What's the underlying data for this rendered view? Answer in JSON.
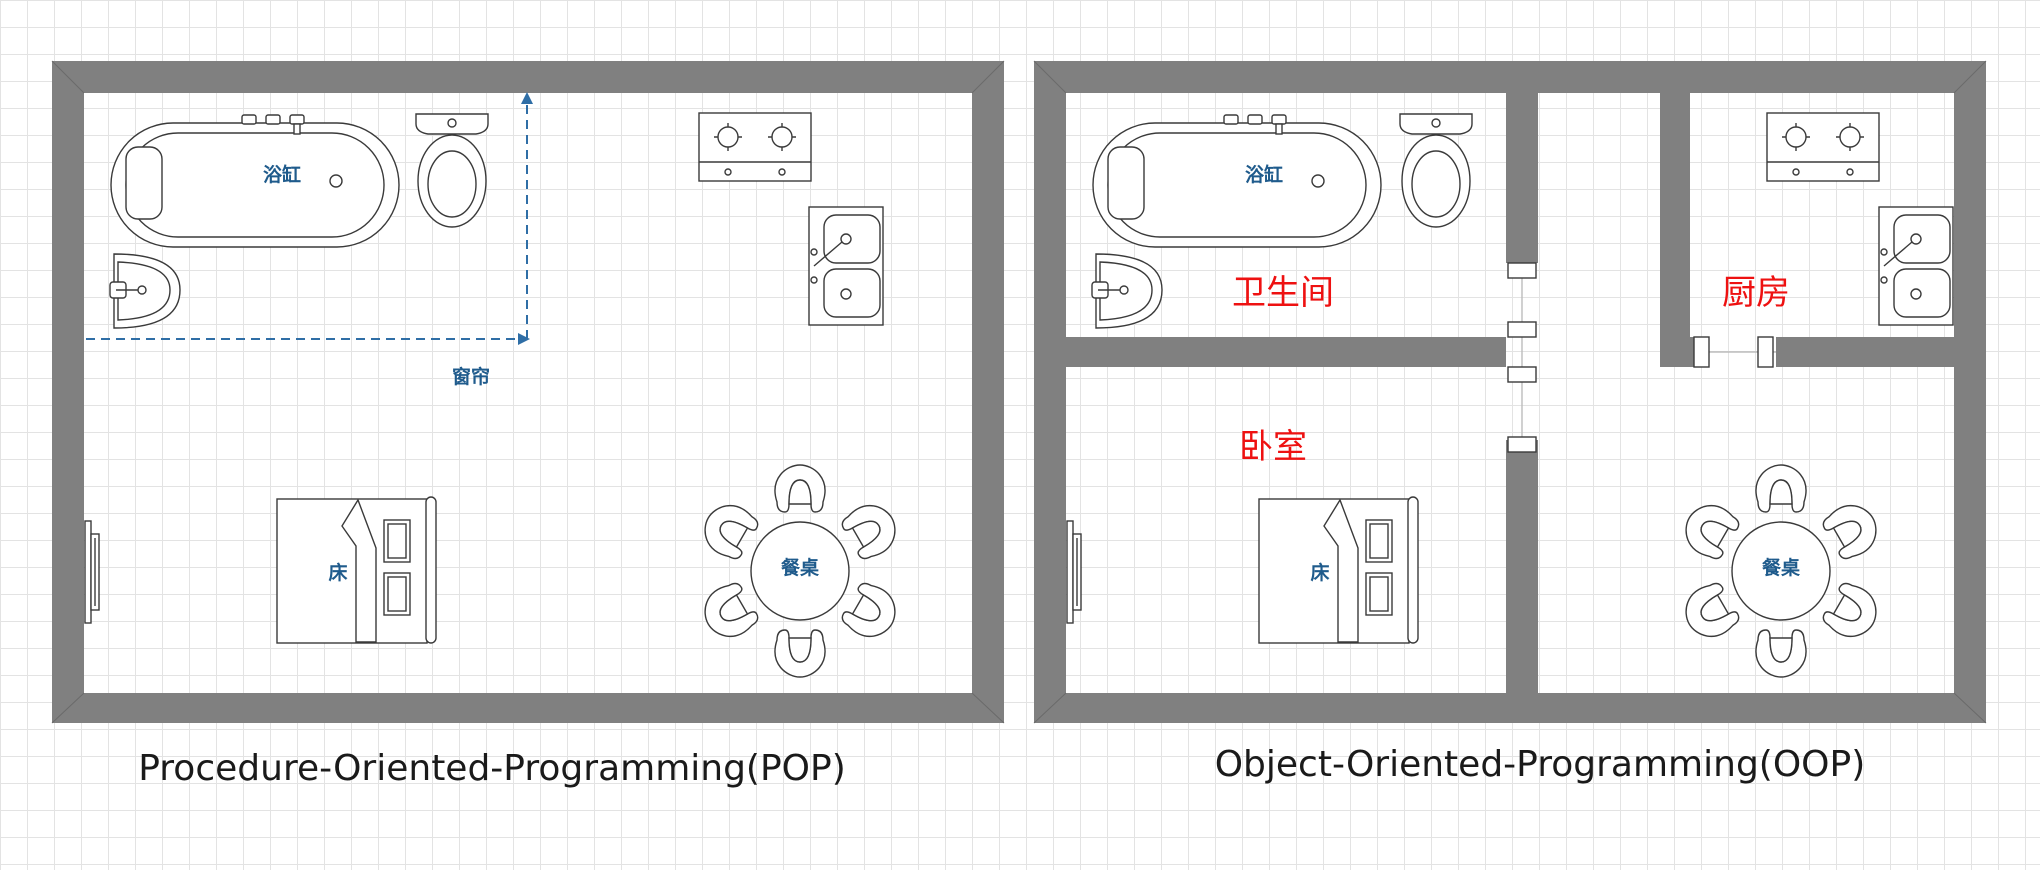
{
  "colors": {
    "wall": "#808080",
    "furniture_label": "#1f5b8c",
    "room_label": "#ee1111",
    "dashed_guide": "#2f6ea6",
    "grid": "#e3e3e3"
  },
  "pop": {
    "caption": "Procedure-Oriented-Programming(POP)",
    "labels": {
      "bathtub": "浴缸",
      "curtain": "窗帘",
      "bed": "床",
      "dining_table": "餐桌"
    }
  },
  "oop": {
    "caption": "Object-Oriented-Programming(OOP)",
    "labels": {
      "bathtub": "浴缸",
      "bed": "床",
      "dining_table": "餐桌"
    },
    "rooms": {
      "bathroom": "卫生间",
      "kitchen": "厨房",
      "bedroom": "卧室"
    }
  }
}
